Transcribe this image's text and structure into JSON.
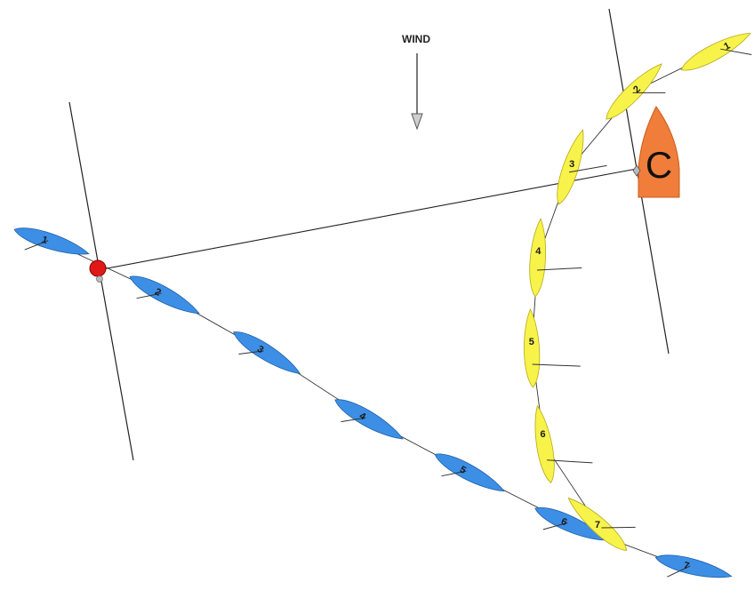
{
  "wind": {
    "label": "WIND"
  },
  "colors": {
    "blue_boat": "#3d8fe6",
    "yellow_boat": "#f7f34a",
    "committee_boat": "#f07e3a",
    "pin_mark": "#e01818",
    "line": "#222222"
  },
  "committee": {
    "label": "C"
  },
  "blue_boats": [
    "1",
    "2",
    "3",
    "4",
    "5",
    "6",
    "7"
  ],
  "yellow_boats": [
    "1",
    "2",
    "3",
    "4",
    "5",
    "6",
    "7"
  ]
}
